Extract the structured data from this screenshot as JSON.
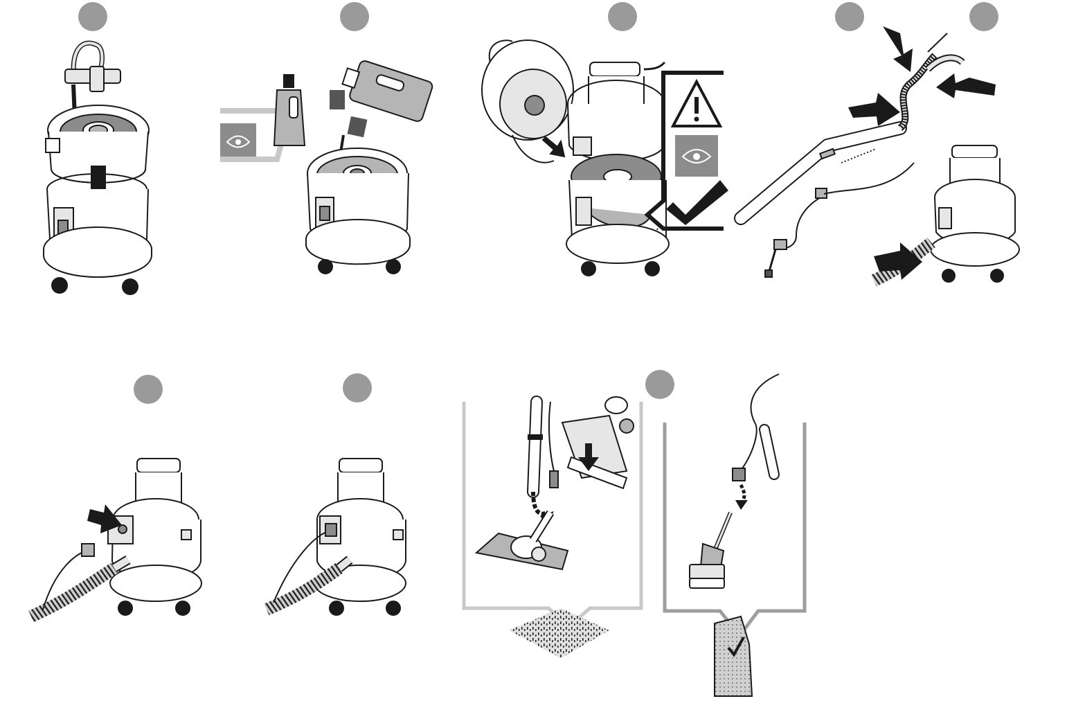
{
  "colors": {
    "line": "#1a1a1a",
    "step_circle": "#9a9a9a",
    "panel_light": "#c8c8c8",
    "panel_dark": "#9e9e9e",
    "fill_gray": "#8c8c8c",
    "fill_mid": "#b5b5b5",
    "fill_light": "#e6e6e6",
    "white": "#ffffff"
  },
  "steps": [
    {
      "id": "fill-water",
      "icon": "tap-water-icon"
    },
    {
      "id": "add-detergent",
      "icon": "detergent-bottle-icon"
    },
    {
      "id": "attach-motor-head",
      "icon": "warning-triangle-icon"
    },
    {
      "id": "connect-hoses",
      "icon": "hose-connect-icon"
    },
    {
      "id": "hose-storage",
      "icon": "hose-storage-icon"
    },
    {
      "id": "plug-socket",
      "icon": "socket-arrow-icon"
    },
    {
      "id": "hose-attached",
      "icon": "hose-attached-icon"
    },
    {
      "id": "carpet-tool",
      "icon": "carpet-nozzle-icon"
    },
    {
      "id": "upholstery-tool",
      "icon": "upholstery-nozzle-icon"
    }
  ],
  "icons": {
    "read_manual": "eye-book-icon",
    "warning": "warning-triangle-icon",
    "check": "checkmark-icon",
    "carpet": "carpet-icon",
    "sofa": "sofa-icon"
  }
}
